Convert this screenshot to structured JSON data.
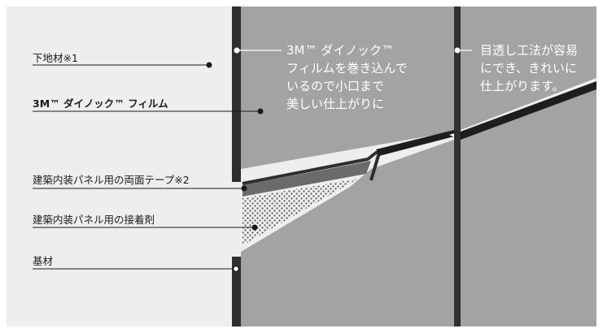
{
  "labels": {
    "base_sheet": "下地材※1",
    "film": "3M™ ダイノック™ フィルム",
    "tape": "建築内装パネル用の両面テープ※2",
    "adhesive": "建築内装パネル用の接着剤",
    "substrate": "基材"
  },
  "annotations": {
    "left": [
      "3M™ ダイノック™",
      "フィルムを巻き込んで",
      "いるので小口まで",
      "美しい仕上がりに"
    ],
    "right": [
      "目透し工法が容易",
      "にでき、きれいに",
      "仕上がります。"
    ]
  },
  "colors": {
    "background": "#eeeeee",
    "panel": "#a3a3a3",
    "film_edge": "#2f2f2f",
    "tape": "#6b6b6b",
    "leader": "#1a1a1a",
    "annotation_text": "#ffffff"
  }
}
